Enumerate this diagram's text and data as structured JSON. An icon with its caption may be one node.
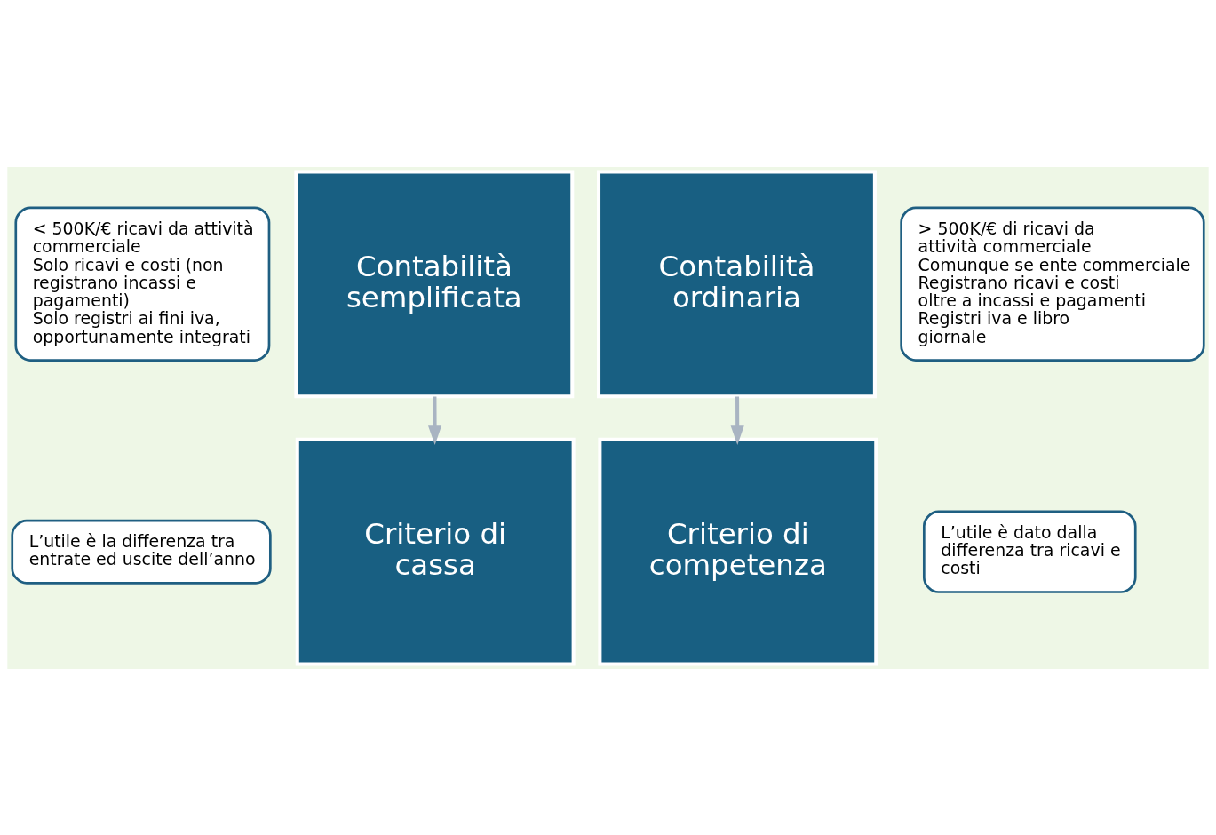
{
  "diagram": {
    "nodes": [
      {
        "text": [
          "< 500K/€ ricavi da attività commerciale",
          "Solo ricavi e costi (non registrano incassi e pagamenti)",
          "Solo registri ai fini iva, opportunamente integrati"
        ]
      },
      {
        "text": [
          "> 500K/€ di ricavi da attività commerciale",
          "Comunque se ente commerciale",
          "Registrano ricavi e costi oltre a incassi e pagamenti",
          "Registri iva e libro giornale"
        ]
      },
      {
        "text": [
          "Contabilità semplificata"
        ]
      },
      {
        "text": [
          "Contabilità ordinaria"
        ]
      },
      {
        "text": [
          "Criterio di cassa"
        ]
      },
      {
        "text": [
          "Criterio di competenza"
        ]
      },
      {
        "text": [
          "L’utile è la differenza tra entrate ed uscite dell’anno"
        ]
      },
      {
        "text": [
          "L’utile è dato dalla differenza tra ricavi e costi"
        ]
      }
    ],
    "edges": [
      {
        "from": 2,
        "to": 4,
        "arrow": "to"
      },
      {
        "from": 3,
        "to": 5,
        "arrow": "to"
      }
    ]
  }
}
